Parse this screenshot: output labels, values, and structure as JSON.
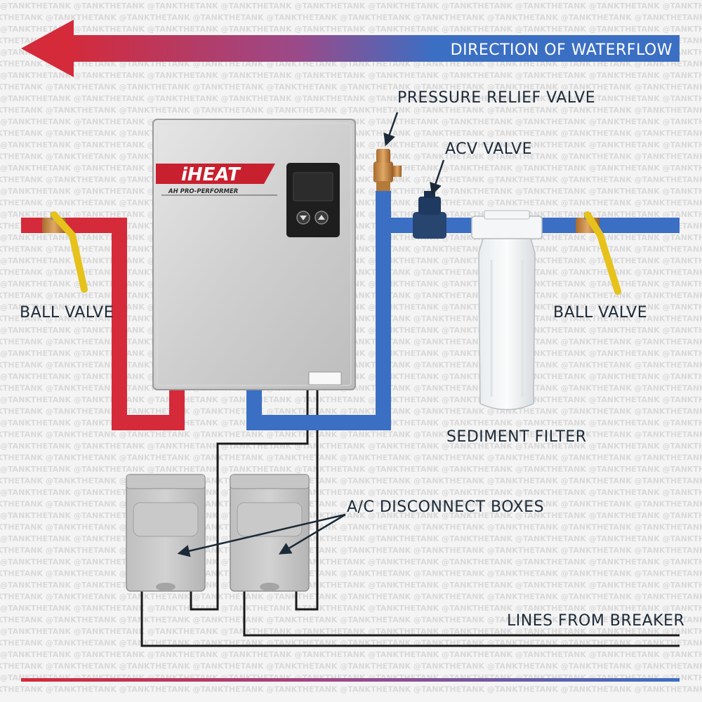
{
  "flow": {
    "label": "DIRECTION OF WATERFLOW"
  },
  "labels": {
    "pressure_relief_valve": "PRESSURE RELIEF VALVE",
    "acv_valve": "ACV VALVE",
    "ball_valve_left": "BALL VALVE",
    "ball_valve_right": "BALL VALVE",
    "sediment_filter": "SEDIMENT FILTER",
    "disconnect_boxes": "A/C DISCONNECT BOXES",
    "lines_from_breaker": "LINES FROM BREAKER"
  },
  "heater": {
    "brand": "iHEAT",
    "model": "AH PRO-PERFORMER"
  },
  "watermark": "@TANKTHETANK",
  "colors": {
    "hot": "#d42a3a",
    "cold": "#3b6fc4",
    "wire": "#1a1a1a"
  }
}
